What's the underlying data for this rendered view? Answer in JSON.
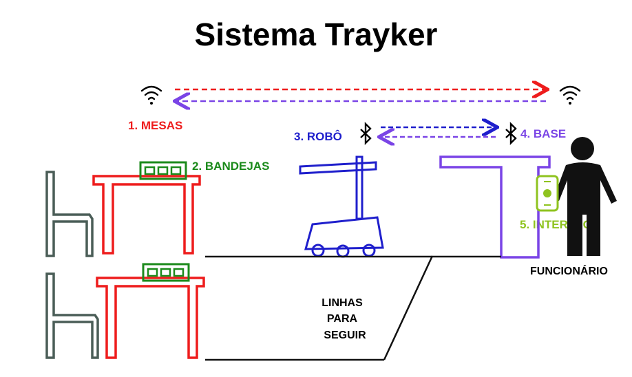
{
  "title": "Sistema Trayker",
  "labels": {
    "mesas": "1. MESAS",
    "bandejas": "2. BANDEJAS",
    "robo": "3. ROBÔ",
    "base": "4. BASE",
    "interface": "5. INTERFACE",
    "funcionario": "FUNCIONÁRIO",
    "linhas_1": "LINHAS",
    "linhas_2": "PARA",
    "linhas_3": "SEGUIR"
  },
  "colors": {
    "mesas": "#ee1c1c",
    "bandejas": "#1b8a1b",
    "robo": "#1f1fcc",
    "base": "#7a44e6",
    "interface": "#8fc31f",
    "chair": "#4a5d57",
    "person": "#111111"
  },
  "icons": [
    "wifi-icon",
    "bluetooth-icon",
    "smartphone-icon",
    "person-icon"
  ]
}
